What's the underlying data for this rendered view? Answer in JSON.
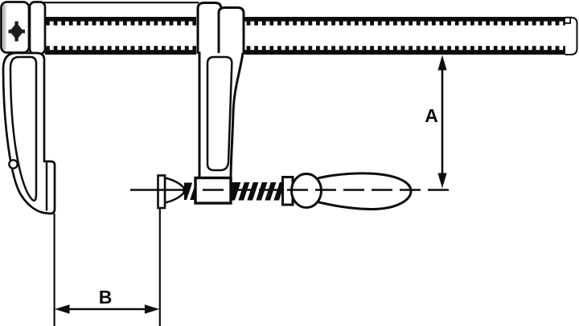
{
  "diagram": {
    "subject": "screw-clamp-technical-drawing",
    "ink_color": "#0d0d0d",
    "background_color": "#ffffff",
    "labels": {
      "dimension_a": "A",
      "dimension_b": "B"
    }
  }
}
